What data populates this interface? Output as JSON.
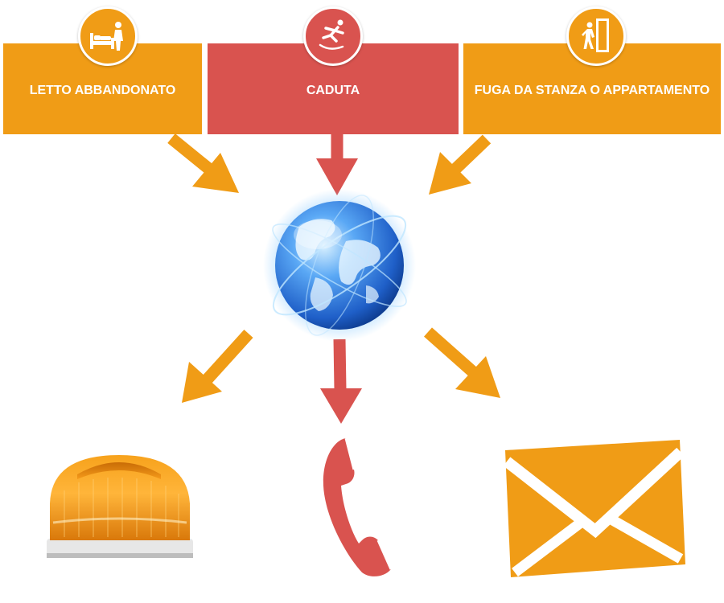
{
  "colors": {
    "orange": "#f09c16",
    "red": "#d9534f",
    "globe_blue": "#2f7fe0",
    "white": "#ffffff"
  },
  "triggers": [
    {
      "label": "LETTO ABBANDONATO",
      "icon": "bed-person-icon",
      "color": "#f09c16"
    },
    {
      "label": "CADUTA",
      "icon": "person-falling-icon",
      "color": "#d9534f"
    },
    {
      "label": "FUGA DA STANZA O APPARTAMENTO",
      "icon": "person-exit-door-icon",
      "color": "#f09c16"
    }
  ],
  "hub": {
    "icon": "globe-network-icon"
  },
  "outputs": [
    {
      "icon": "warning-beacon-icon",
      "color": "#f09c16"
    },
    {
      "icon": "phone-handset-icon",
      "color": "#d9534f"
    },
    {
      "icon": "envelope-icon",
      "color": "#f09c16"
    }
  ]
}
